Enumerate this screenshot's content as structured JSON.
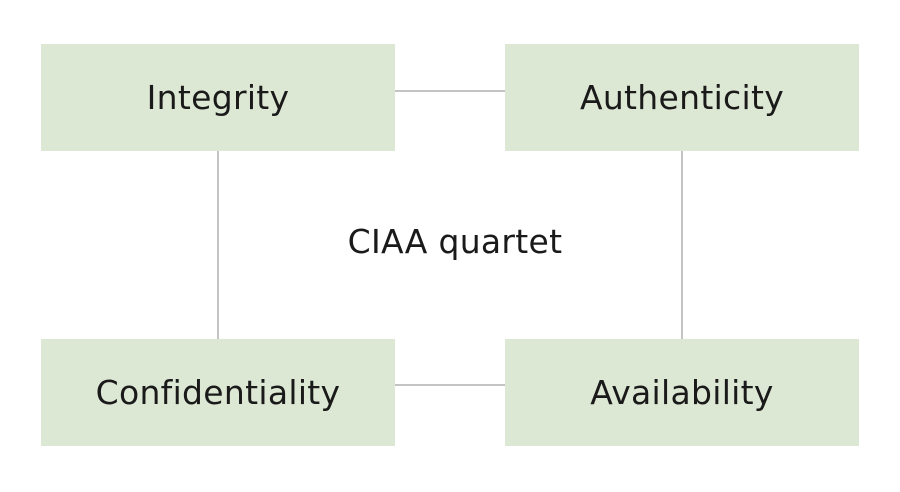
{
  "diagram": {
    "center_label": "CIAA quartet",
    "nodes": {
      "top_left": "Integrity",
      "top_right": "Authenticity",
      "bottom_left": "Confidentiality",
      "bottom_right": "Availability"
    },
    "colors": {
      "box_fill": "#dde8d4",
      "connector": "#c4c4c4",
      "text": "#1a1a1a"
    }
  }
}
